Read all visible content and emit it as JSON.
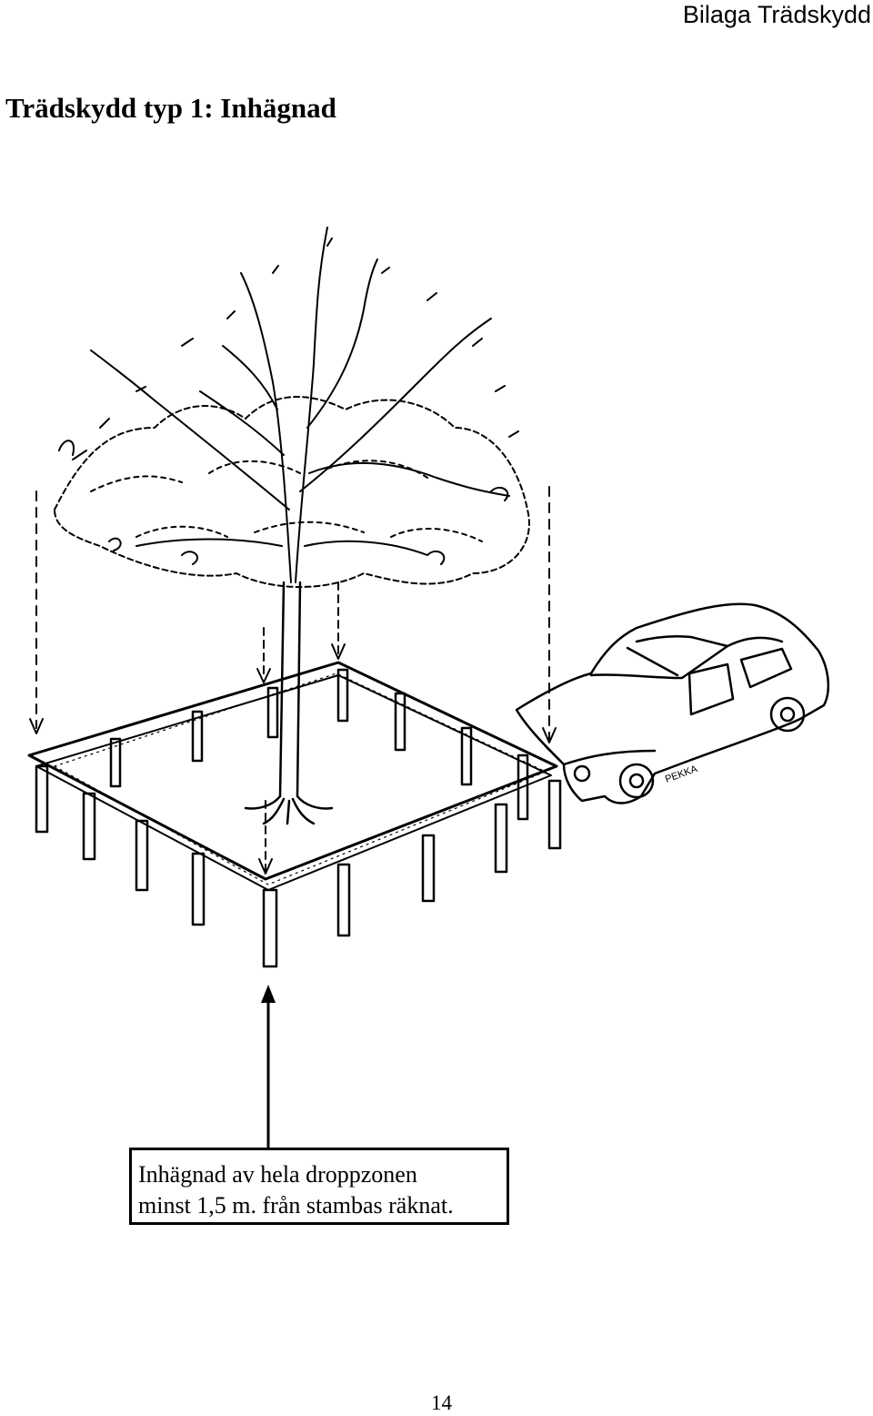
{
  "header": {
    "text": "Bilaga Trädskydd"
  },
  "title": "Trädskydd typ 1: Inhägnad",
  "illustration": {
    "car_plate_text": "PEKKA"
  },
  "caption": {
    "line1": "Inhägnad av hela droppzonen",
    "line2": "minst 1,5 m. från stambas räknat."
  },
  "page_number": "14"
}
